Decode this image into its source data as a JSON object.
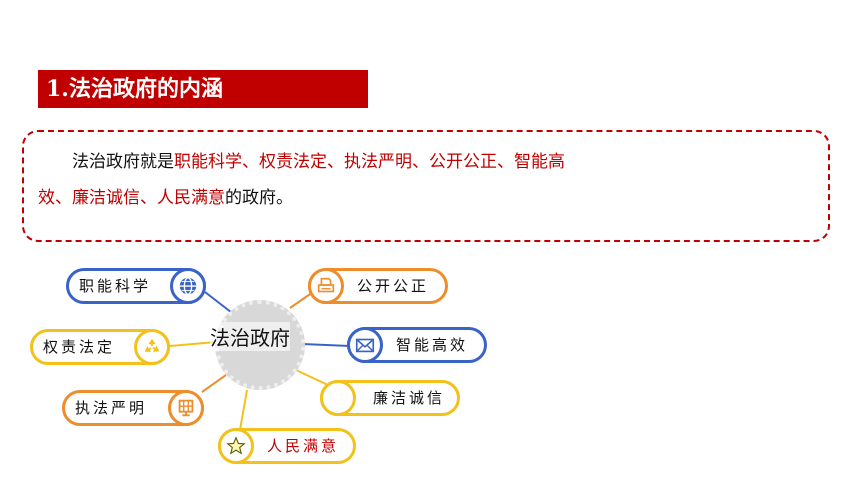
{
  "heading": "1.法治政府的内涵",
  "definition": {
    "prefix": "法治政府就是",
    "highlights": "职能科学、权责法定、执法严明、公开公正、智能高效、廉洁诚信、人民满意",
    "suffix": "的政府。"
  },
  "mindmap": {
    "center": "法治政府",
    "nodes": [
      {
        "label": "职能科学",
        "icon": "globe-icon",
        "color": "#3a63c8"
      },
      {
        "label": "权责法定",
        "icon": "recycle-icon",
        "color": "#f2c21b"
      },
      {
        "label": "执法严明",
        "icon": "grid-panel-icon",
        "color": "#ed8d2c"
      },
      {
        "label": "公开公正",
        "icon": "printer-icon",
        "color": "#ed8d2c"
      },
      {
        "label": "智能高效",
        "icon": "envelope-icon",
        "color": "#3a63c8"
      },
      {
        "label": "廉洁诚信",
        "icon": "blank-circle-icon",
        "color": "#f2c21b"
      },
      {
        "label": "人民满意",
        "icon": "star-icon",
        "color": "#f2c21b"
      }
    ]
  },
  "colors": {
    "accent": "#c00000",
    "blue": "#3a63c8",
    "orange": "#ed8d2c",
    "yellow": "#f2c21b"
  }
}
